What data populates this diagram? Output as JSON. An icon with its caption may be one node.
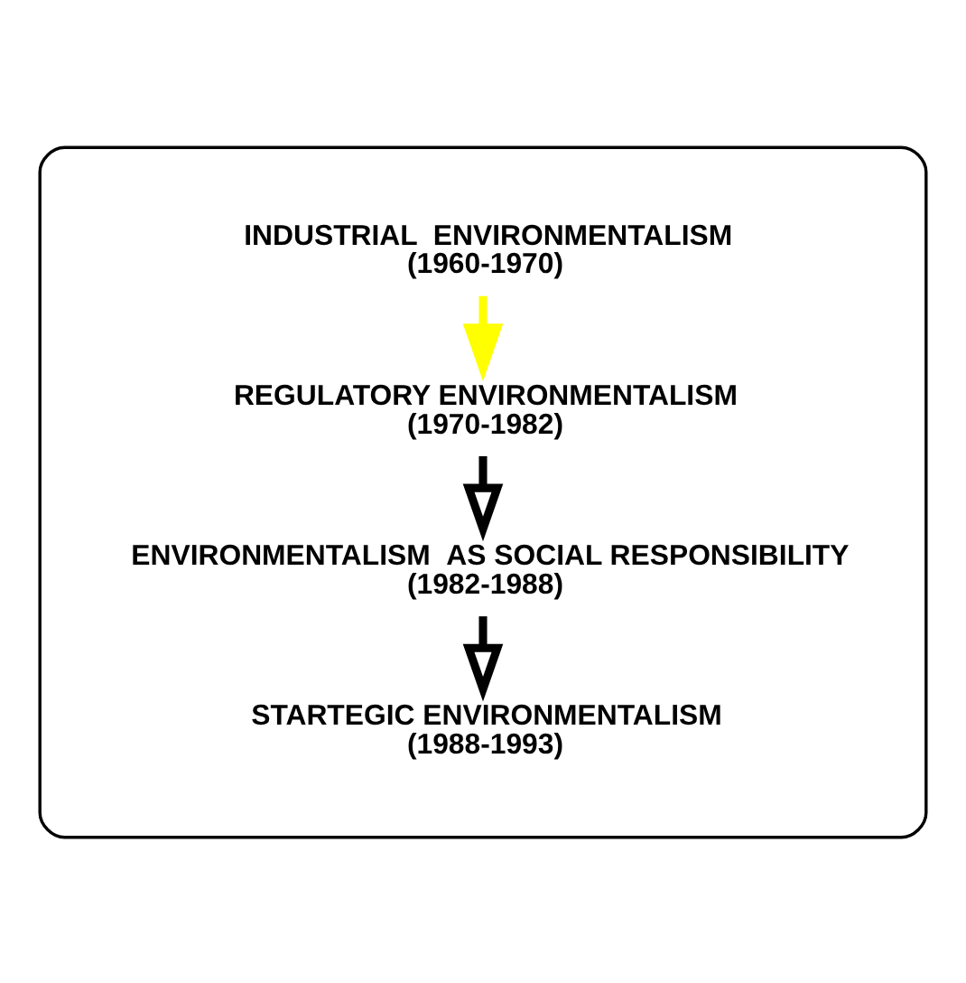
{
  "diagram": {
    "nodes": [
      {
        "text": [],
        "shape": "box"
      },
      {
        "text": [
          "INDUSTRIAL  ENVIRONMENTALISM",
          "(1960-1970)"
        ],
        "in": 0
      },
      {
        "text": [
          "REGULATORY ENVIRONMENTALISM",
          "(1970-1982)"
        ],
        "in": 0
      },
      {
        "text": [
          "ENVIRONMENTALISM  AS SOCIAL RESPONSIBILITY",
          "(1982-1988)"
        ],
        "in": 0
      },
      {
        "text": [
          "STARTEGIC ENVIRONMENTALISM",
          "(1988-1993)"
        ],
        "in": 0
      }
    ],
    "edges": [
      {
        "from": 1,
        "to": 2,
        "arrow": "to",
        "color": "#ffff00"
      },
      {
        "from": 2,
        "to": 3,
        "arrow": "to"
      },
      {
        "from": 3,
        "to": 4,
        "arrow": "to"
      }
    ]
  }
}
